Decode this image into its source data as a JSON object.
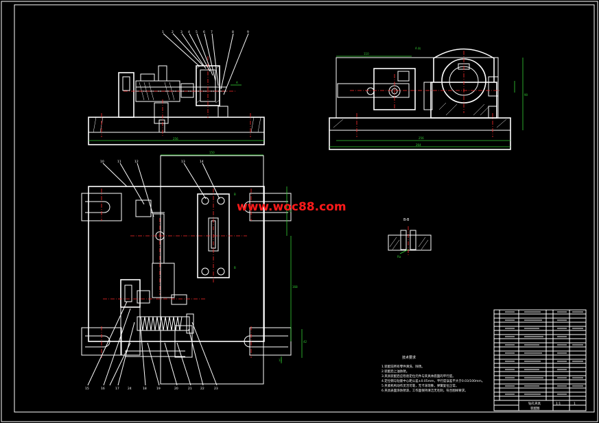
{
  "watermark": "www.woc88.com",
  "section_label": "B-B",
  "notes_title": "技术要求",
  "notes": [
    "1.装配前所有零件清洗、除锈。",
    "2.装配后上油防锈。",
    "3.夹具装配后应检验定位元件与夹具体底面的平行度。",
    "4.定位销与钻套中心距公差±0.05mm，平行度误差不大于0.03/100mm。",
    "5.夹紧机构动作灵活可靠，无卡滞现象，弹簧复位正常。",
    "6.夹具表面涂防锈漆，工作面保持清洁无毛刺，符合图样要求。"
  ],
  "title_block": {
    "name": "钻孔夹具",
    "drawing_no": "装配图",
    "scale": "1:1",
    "sheet": "1"
  },
  "balloons_top": [
    "1",
    "2",
    "3",
    "4",
    "5",
    "6",
    "7",
    "8",
    "9"
  ],
  "balloons_plan_top": [
    "10",
    "11",
    "12",
    "13",
    "14"
  ],
  "balloons_plan_bottom": [
    "15",
    "16",
    "17",
    "18",
    "19",
    "20",
    "21",
    "22",
    "23",
    "24"
  ],
  "colors": {
    "background": "#000000",
    "outline": "#ffffff",
    "centerline": "#ff2b2b",
    "dimension": "#35d235",
    "watermark": "#ff1a1a"
  }
}
